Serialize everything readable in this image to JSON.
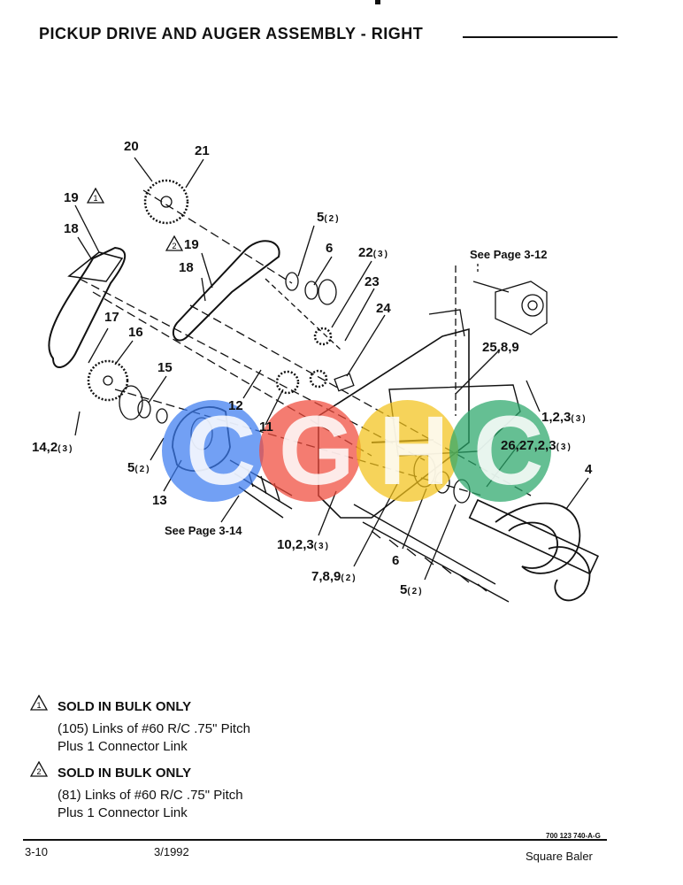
{
  "header": {
    "title": "PICKUP DRIVE AND AUGER ASSEMBLY - RIGHT"
  },
  "callouts": {
    "c20": "20",
    "c21": "21",
    "c19a": "19",
    "c18a": "18",
    "c19b": "19",
    "c18b": "18",
    "c5a": "5",
    "c5a_sub": "(2)",
    "c6a": "6",
    "c22": "22",
    "c22_sub": "(3)",
    "c23": "23",
    "c24": "24",
    "c17": "17",
    "c16": "16",
    "c15": "15",
    "c12": "12",
    "c11": "11",
    "c14": "14,2",
    "c14_sub": "(3)",
    "c5b": "5",
    "c5b_sub": "(2)",
    "c13": "13",
    "c25": "25,8,9",
    "c1": "1,2,3",
    "c1_sub": "(3)",
    "c26": "26,27,2,3",
    "c26_sub": "(3)",
    "c4": "4",
    "c10": "10,2,3",
    "c10_sub": "(3)",
    "c6b": "6",
    "c7": "7,8,9",
    "c7_sub": "(2)",
    "c5c": "5",
    "c5c_sub": "(2)"
  },
  "references": {
    "page_3_12": "See Page 3-12",
    "page_3_14": "See Page 3-14"
  },
  "watermark": {
    "letters": [
      "C",
      "G",
      "H",
      "C"
    ],
    "colors": [
      "#3b7cf0",
      "#f04a3a",
      "#f2c21a",
      "#2aa66a"
    ]
  },
  "notes": [
    {
      "marker": "1",
      "heading": "SOLD IN BULK ONLY",
      "line1": "(105) Links of #60 R/C .75\" Pitch",
      "line2": "Plus 1 Connector Link"
    },
    {
      "marker": "2",
      "heading": "SOLD IN BULK ONLY",
      "line1": "(81) Links of #60 R/C .75\" Pitch",
      "line2": "Plus 1 Connector Link"
    }
  ],
  "footer": {
    "page": "3-10",
    "date": "3/1992",
    "doc_code": "700 123 740-A-G",
    "product": "Square Baler"
  }
}
